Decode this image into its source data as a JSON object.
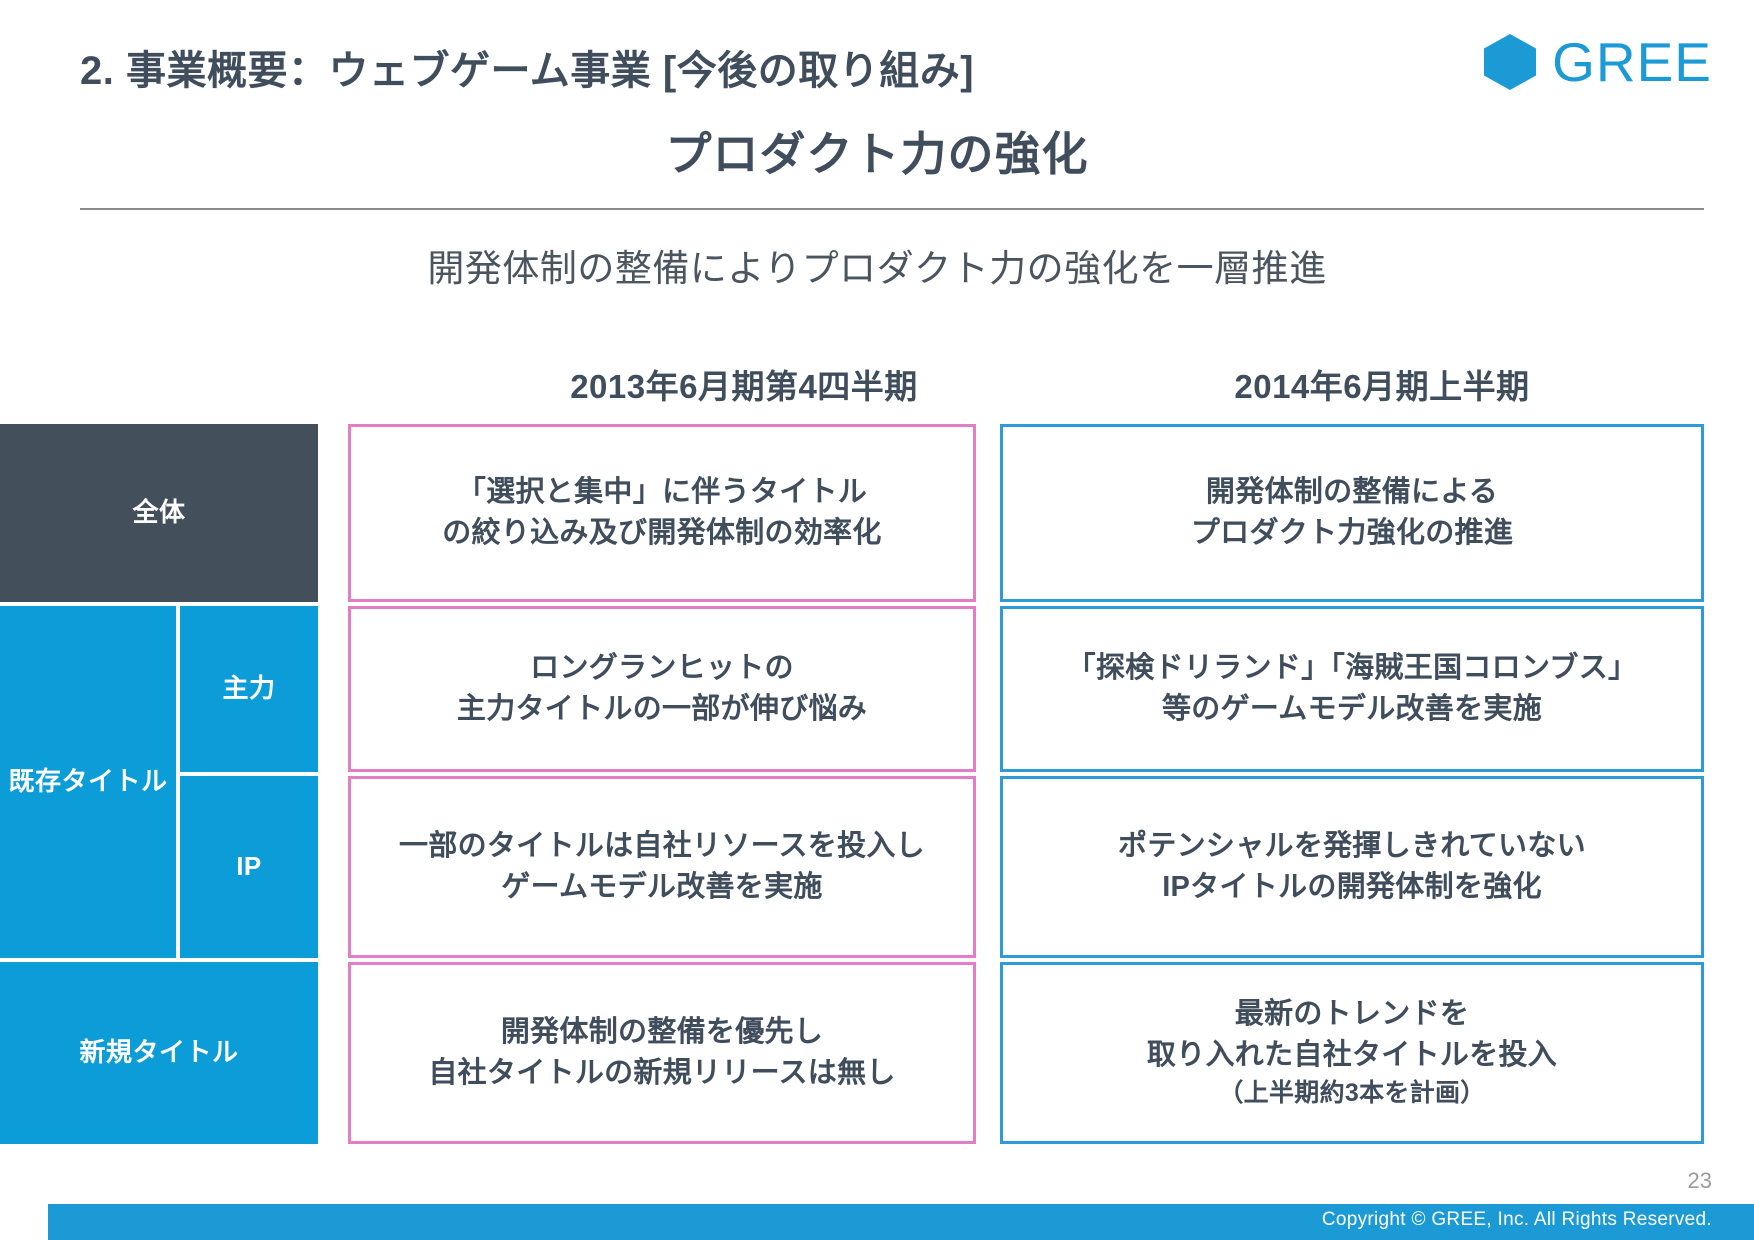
{
  "header": {
    "section_title": "2. 事業概要：ウェブゲーム事業 [今後の取り組み]",
    "headline": "プロダクト力の強化",
    "logo_text": "GREE",
    "brand_color": "#1B9AD6"
  },
  "lead": "開発体制の整備によりプロダクト力の強化を一層推進",
  "columns": {
    "q4_2013": "2013年6月期第4四半期",
    "h1_2014": "2014年6月期上半期"
  },
  "row_labels": {
    "overall": "全体",
    "existing": "既存\nタイトル",
    "existing_line1": "既存",
    "existing_line2": "タイトル",
    "mainline": "主力",
    "ip": "IP",
    "new_titles": "新規タイトル"
  },
  "cells": {
    "overall_q4_line1": "「選択と集中」に伴うタイトル",
    "overall_q4_line2": "の絞り込み及び開発体制の効率化",
    "overall_h1_line1": "開発体制の整備による",
    "overall_h1_line2": "プロダクト力強化の推進",
    "mainline_q4_line1": "ロングランヒットの",
    "mainline_q4_line2": "主力タイトルの一部が伸び悩み",
    "mainline_h1_line1": "「探検ドリランド」「海賊王国コロンブス」",
    "mainline_h1_line2": "等のゲームモデル改善を実施",
    "ip_q4_line1": "一部のタイトルは自社リソースを投入し",
    "ip_q4_line2": "ゲームモデル改善を実施",
    "ip_h1_line1": "ポテンシャルを発揮しきれていない",
    "ip_h1_line2": "IPタイトルの開発体制を強化",
    "new_q4_line1": "開発体制の整備を優先し",
    "new_q4_line2": "自社タイトルの新規リリースは無し",
    "new_h1_line1": "最新のトレンドを",
    "new_h1_line2": "取り入れた自社タイトルを投入",
    "new_h1_line3": "（上半期約3本を計画）"
  },
  "colors": {
    "label_dark": "#434F5B",
    "label_blue": "#0C9CD8",
    "border_pink": "#E47EC4",
    "border_blue": "#2E9BD6",
    "text_dark": "#3F4D5C"
  },
  "footer": {
    "page_number": "23",
    "copyright": "Copyright © GREE, Inc. All Rights Reserved."
  }
}
